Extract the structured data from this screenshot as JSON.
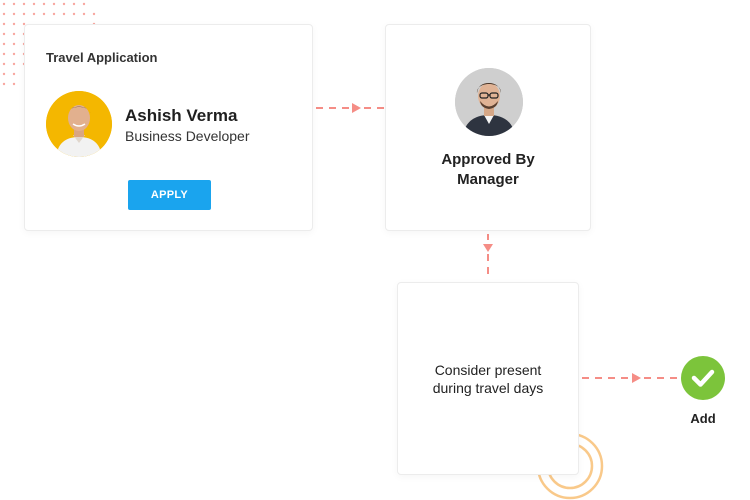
{
  "colors": {
    "connector": "#f58d86",
    "apply_button": "#1aa4ee",
    "add_button": "#7cc43b",
    "decor_rings": "#f9c98a",
    "decor_dots": "#f8a7a0"
  },
  "application_card": {
    "title": "Travel Application",
    "user_name": "Ashish Verma",
    "user_role": "Business Developer",
    "apply_label": "APPLY",
    "avatar_icon": "user-photo-icon"
  },
  "approval_card": {
    "line1": "Approved By",
    "line2": "Manager",
    "avatar_icon": "manager-photo-icon"
  },
  "consider_card": {
    "line1": "Consider present",
    "line2": "during travel days"
  },
  "add_action": {
    "label": "Add",
    "icon": "checkmark-icon"
  }
}
